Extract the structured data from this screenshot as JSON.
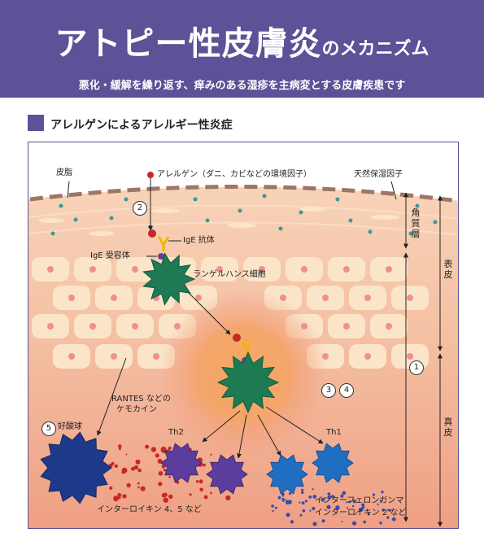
{
  "header": {
    "title_main": "アトピー性皮膚炎",
    "title_sub": "のメカニズム",
    "subtitle": "悪化・緩解を繰り返す、痒みのある湿疹を主病変とする皮膚疾患です",
    "bg_color": "#5b5297"
  },
  "section": {
    "title": "アレルゲンによるアレルギー性炎症"
  },
  "diagram": {
    "labels": {
      "sebum": "皮脂",
      "allergen": "アレルゲン（ダニ、カビなどの環境因子）",
      "nmf": "天然保湿因子",
      "ige_antibody": "IgE 抗体",
      "ige_receptor": "IgE 受容体",
      "langerhans": "ランゲルハンス細胞",
      "rantes_1": "RANTES などの",
      "rantes_2": "ケモカイン",
      "eosinophil": "好酸球",
      "th2": "Th2",
      "th1": "Th1",
      "il45": "インターロイキン 4、5 など",
      "ifn": "インターフェロンガンマ",
      "il2": "インターロイキン 2 など",
      "stratum_corneum": [
        "角",
        "質",
        "層"
      ],
      "epidermis": [
        "表",
        "皮"
      ],
      "dermis": [
        "真",
        "皮"
      ]
    },
    "markers": {
      "m1": "1",
      "m2": "2",
      "m3": "3",
      "m4": "4",
      "m5": "5"
    },
    "colors": {
      "skin": "#f6c7a8",
      "cell": "#fbe5c9",
      "dermis": "#f1a086",
      "langerhans": "#1e7a52",
      "th2": "#5a3d9c",
      "th1": "#1f6ec2",
      "eosinophil": "#1d3a8a",
      "allergen": "#c62828",
      "antibody": "#f4b400",
      "receptor": "#6a3ea0"
    }
  }
}
